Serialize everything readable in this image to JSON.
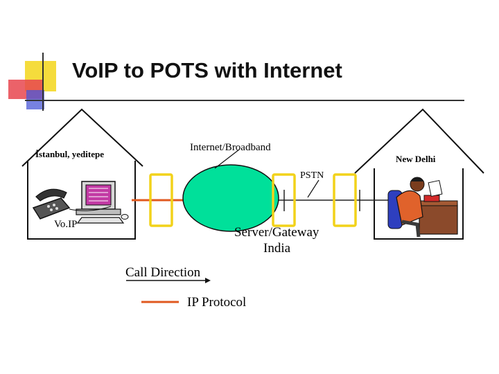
{
  "title": "VoIP to POTS with Internet",
  "labels": {
    "istanbul": "İstanbul, yeditepe",
    "internet": "Internet/Broadband",
    "new_delhi": "New Delhi",
    "pstn": "PSTN",
    "voip": "Vo.IP",
    "server_line1": "Server/Gateway",
    "server_line2": "India",
    "call_direction": "Call Direction",
    "ip_protocol": "IP Protocol"
  },
  "colors": {
    "cloud": "#00e09a",
    "ip_line": "#e0591f",
    "pstn_line": "#222222",
    "symbol_box": "#f2d21a",
    "accent_yellow": "#f5dc3c",
    "accent_red": "#e8464f",
    "accent_blue": "#4a57d6"
  },
  "icons": [
    "computer-phone-icon",
    "businessman-phone-icon",
    "symbol-box-icon"
  ]
}
